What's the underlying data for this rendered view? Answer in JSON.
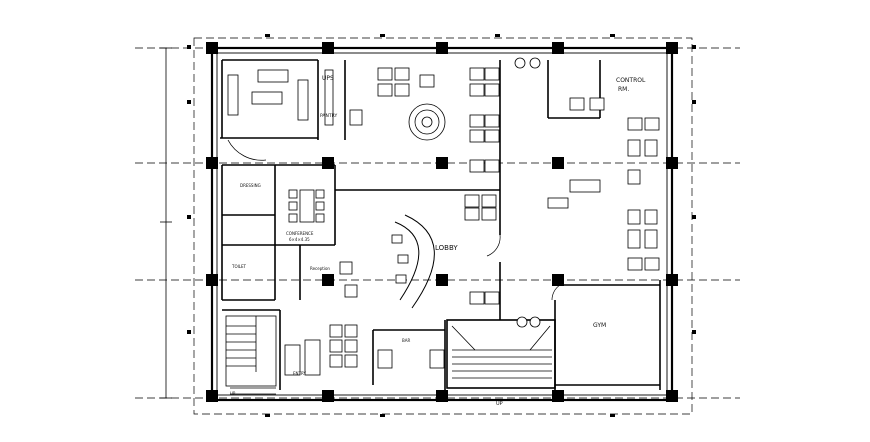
{
  "rooms": {
    "ups": "UPS",
    "pantry": "PANTRY",
    "control_line1": "CONTROL",
    "control_line2": "RM.",
    "dressing": "DRESSING",
    "conference_line1": "CONFERENCE",
    "conference_line2": "6×4×4.35",
    "toilet": "TOILET",
    "lobby": "LOBBY",
    "gym": "GYM",
    "reception": "Reception",
    "bar": "BAR",
    "entry": "ENTRY"
  },
  "stair_labels": {
    "up_bottom": "UP",
    "up_left": "UP"
  }
}
